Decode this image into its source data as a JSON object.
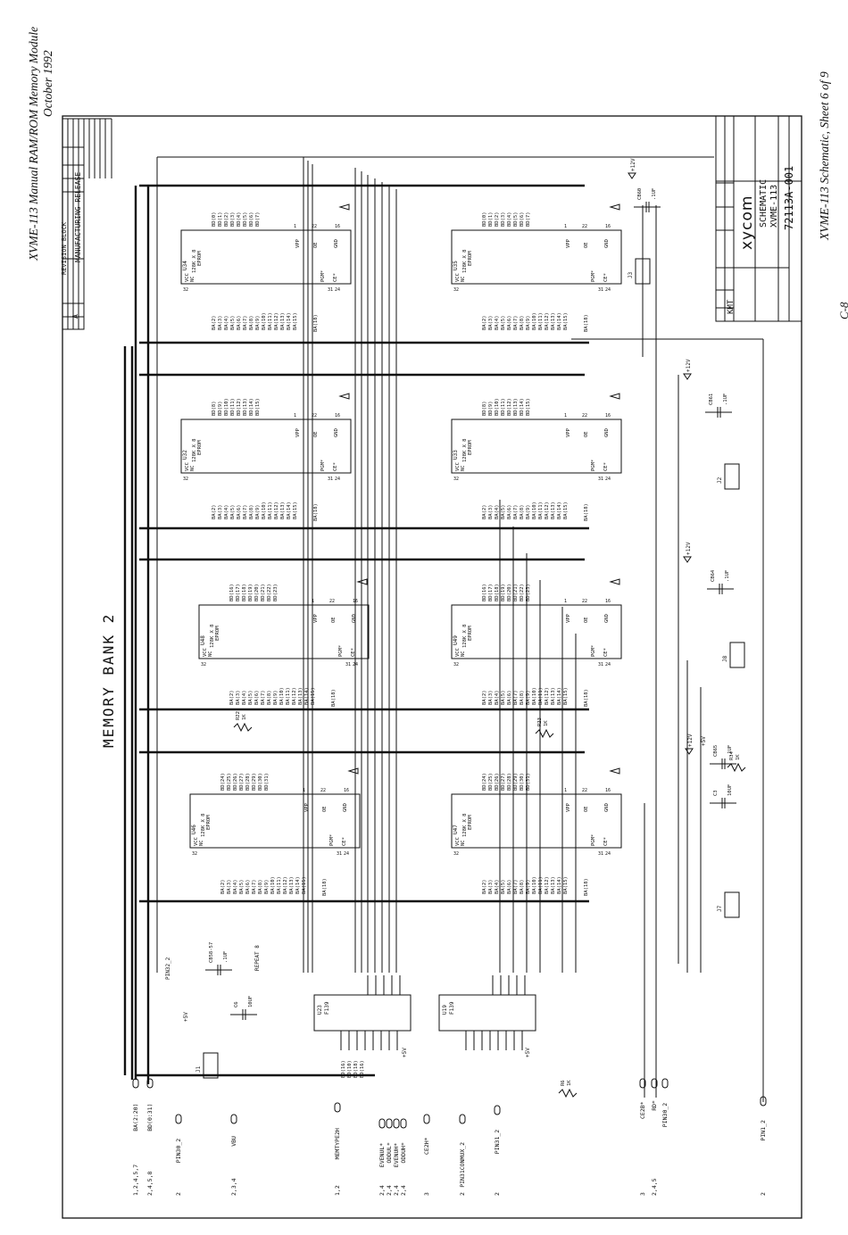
{
  "header": {
    "manual_title": "XVME-113 Manual RAM/ROM Memory Module",
    "date": "October 1992",
    "sheet_caption": "XVME-113 Schematic, Sheet 6 of 9",
    "page_number": "C-8"
  },
  "revision_block": {
    "title": "REVISION BLOCK",
    "rev": "A",
    "description": "MANUFACTURING RELEASE"
  },
  "title_block": {
    "company": "xycom",
    "title": "SCHEMATIC",
    "model": "XVME-113",
    "drawing_number": "72113A-001",
    "initials": "KMT"
  },
  "bank_label": "MEMORY BANK 2",
  "chips": [
    {
      "ref": "U34",
      "type": "128K X 8 EPROM",
      "addr": [
        "BA(2)",
        "BA(3)",
        "BA(4)",
        "BA(5)",
        "BA(6)",
        "BA(7)",
        "BA(8)",
        "BA(9)",
        "BA(10)",
        "BA(11)",
        "BA(12)",
        "BA(13)",
        "BA(14)",
        "BA(15)"
      ],
      "data": [
        "BD(0)",
        "BD(1)",
        "BD(2)",
        "BD(3)",
        "BD(4)",
        "BD(5)",
        "BD(6)",
        "BD(7)"
      ],
      "ba18": "BA(18)"
    },
    {
      "ref": "U35",
      "type": "128K X 8 EPROM",
      "addr": [
        "BA(2)",
        "BA(3)",
        "BA(4)",
        "BA(5)",
        "BA(6)",
        "BA(7)",
        "BA(8)",
        "BA(9)",
        "BA(10)",
        "BA(11)",
        "BA(12)",
        "BA(13)",
        "BA(14)",
        "BA(15)"
      ],
      "data": [
        "BD(0)",
        "BD(1)",
        "BD(2)",
        "BD(3)",
        "BD(4)",
        "BD(5)",
        "BD(6)",
        "BD(7)"
      ],
      "ba18": "BA(18)"
    },
    {
      "ref": "U32",
      "type": "128K X 8 EPROM",
      "addr": [
        "BA(2)",
        "BA(3)",
        "BA(4)",
        "BA(5)",
        "BA(6)",
        "BA(7)",
        "BA(8)",
        "BA(9)",
        "BA(10)",
        "BA(11)",
        "BA(12)",
        "BA(13)",
        "BA(14)",
        "BA(15)"
      ],
      "data": [
        "BD(8)",
        "BD(9)",
        "BD(10)",
        "BD(11)",
        "BD(12)",
        "BD(13)",
        "BD(14)",
        "BD(15)"
      ],
      "ba18": "BA(18)"
    },
    {
      "ref": "U33",
      "type": "128K X 8 EPROM",
      "addr": [
        "BA(2)",
        "BA(3)",
        "BA(4)",
        "BA(5)",
        "BA(6)",
        "BA(7)",
        "BA(8)",
        "BA(9)",
        "BA(10)",
        "BA(11)",
        "BA(12)",
        "BA(13)",
        "BA(14)",
        "BA(15)"
      ],
      "data": [
        "BD(8)",
        "BD(9)",
        "BD(10)",
        "BD(11)",
        "BD(12)",
        "BD(13)",
        "BD(14)",
        "BD(15)"
      ],
      "ba18": "BA(18)"
    },
    {
      "ref": "U48",
      "type": "128K X 8 EPROM",
      "addr": [
        "BA(2)",
        "BA(3)",
        "BA(4)",
        "BA(5)",
        "BA(6)",
        "BA(7)",
        "BA(8)",
        "BA(9)",
        "BA(10)",
        "BA(11)",
        "BA(12)",
        "BA(13)",
        "BA(14)",
        "BA(15)"
      ],
      "data": [
        "BD(16)",
        "BD(17)",
        "BD(18)",
        "BD(19)",
        "BD(20)",
        "BD(21)",
        "BD(22)",
        "BD(23)"
      ],
      "ba18": "BA(18)"
    },
    {
      "ref": "U49",
      "type": "128K X 8 EPROM",
      "addr": [
        "BA(2)",
        "BA(3)",
        "BA(4)",
        "BA(5)",
        "BA(6)",
        "BA(7)",
        "BA(8)",
        "BA(9)",
        "BA(10)",
        "BA(11)",
        "BA(12)",
        "BA(13)",
        "BA(14)",
        "BA(15)"
      ],
      "data": [
        "BD(16)",
        "BD(17)",
        "BD(18)",
        "BD(19)",
        "BD(20)",
        "BD(21)",
        "BD(22)",
        "BD(23)"
      ],
      "ba18": "BA(18)"
    },
    {
      "ref": "U46",
      "type": "128K X 8 EPROM",
      "addr": [
        "BA(2)",
        "BA(3)",
        "BA(4)",
        "BA(5)",
        "BA(6)",
        "BA(7)",
        "BA(8)",
        "BA(9)",
        "BA(10)",
        "BA(11)",
        "BA(12)",
        "BA(13)",
        "BA(14)",
        "BA(15)"
      ],
      "data": [
        "BD(24)",
        "BD(25)",
        "BD(26)",
        "BD(27)",
        "BD(28)",
        "BD(29)",
        "BD(30)",
        "BD(31)"
      ],
      "ba18": "BA(18)"
    },
    {
      "ref": "U47",
      "type": "128K X 8 EPROM",
      "addr": [
        "BA(2)",
        "BA(3)",
        "BA(4)",
        "BA(5)",
        "BA(6)",
        "BA(7)",
        "BA(8)",
        "BA(9)",
        "BA(10)",
        "BA(11)",
        "BA(12)",
        "BA(13)",
        "BA(14)",
        "BA(15)"
      ],
      "data": [
        "BD(24)",
        "BD(25)",
        "BD(26)",
        "BD(27)",
        "BD(28)",
        "BD(29)",
        "BD(30)",
        "BD(31)"
      ],
      "ba18": "BA(18)"
    }
  ],
  "pin_labels": {
    "vcc": "VCC",
    "nc": "NC",
    "vpp": "VPP",
    "gnd": "GND",
    "oe": "OE",
    "ce": "CE*",
    "pgm": "PGM*",
    "p32": "32",
    "p1": "1",
    "p16": "16",
    "p22": "22",
    "p24": "24",
    "p31": "31"
  },
  "power": {
    "plus12v": "+12V",
    "plus5v": "+5V"
  },
  "caps": [
    {
      "ref": "CB60",
      "value": ".1UF"
    },
    {
      "ref": "CB61",
      "value": ".1UF"
    },
    {
      "ref": "CB64",
      "value": ".1UF"
    },
    {
      "ref": "CB65",
      "value": ".1UF"
    },
    {
      "ref": "C3",
      "value": "10UF"
    },
    {
      "ref": "C6",
      "value": "10UF"
    },
    {
      "ref": "CB58-57",
      "value": ".1UF"
    }
  ],
  "jumpers": [
    "J3",
    "J2",
    "J8",
    "J7",
    "J1"
  ],
  "resistors": [
    {
      "ref": "R22",
      "value": "1K"
    },
    {
      "ref": "R23",
      "value": "1K"
    },
    {
      "ref": "R34",
      "value": "1K"
    },
    {
      "ref": "R6",
      "value": "1K"
    }
  ],
  "logic": [
    {
      "ref": "U23",
      "type": "F139"
    },
    {
      "ref": "U19",
      "type": "F139"
    }
  ],
  "notes": {
    "repeat": "REPEAT 8",
    "pin32": "PIN32_2"
  },
  "signals": [
    {
      "sheets": "1,2,4,5,7",
      "name": "BA(2:20)"
    },
    {
      "sheets": "2,4,5,8",
      "name": "BD(0:31)"
    },
    {
      "sheets": "2",
      "name": "PIN30_2"
    },
    {
      "sheets": "2,3,4",
      "name": "VBU"
    },
    {
      "sheets": "1,2",
      "name": "MEMTYPE2H"
    },
    {
      "sheets": "2,4",
      "name": "EVENUL*"
    },
    {
      "sheets": "2,4",
      "name": "ODDUL*"
    },
    {
      "sheets": "2,4",
      "name": "EVENUH*"
    },
    {
      "sheets": "2,4",
      "name": "ODDUH*"
    },
    {
      "sheets": "3",
      "name": "CE2H*"
    },
    {
      "sheets": "2",
      "name": "PIN31CONMUX_2"
    },
    {
      "sheets": "2",
      "name": "PIN31_2"
    },
    {
      "sheets": "3",
      "name": "CE2B*"
    },
    {
      "sheets": "2,4,5",
      "name": "RD*"
    },
    {
      "sheets": "",
      "name": "PIN30_2"
    },
    {
      "sheets": "2",
      "name": "PIN1_2"
    }
  ],
  "decoder_bd": [
    "BD(16)",
    "BD(10)",
    "BD(18)",
    "BD(16)"
  ]
}
